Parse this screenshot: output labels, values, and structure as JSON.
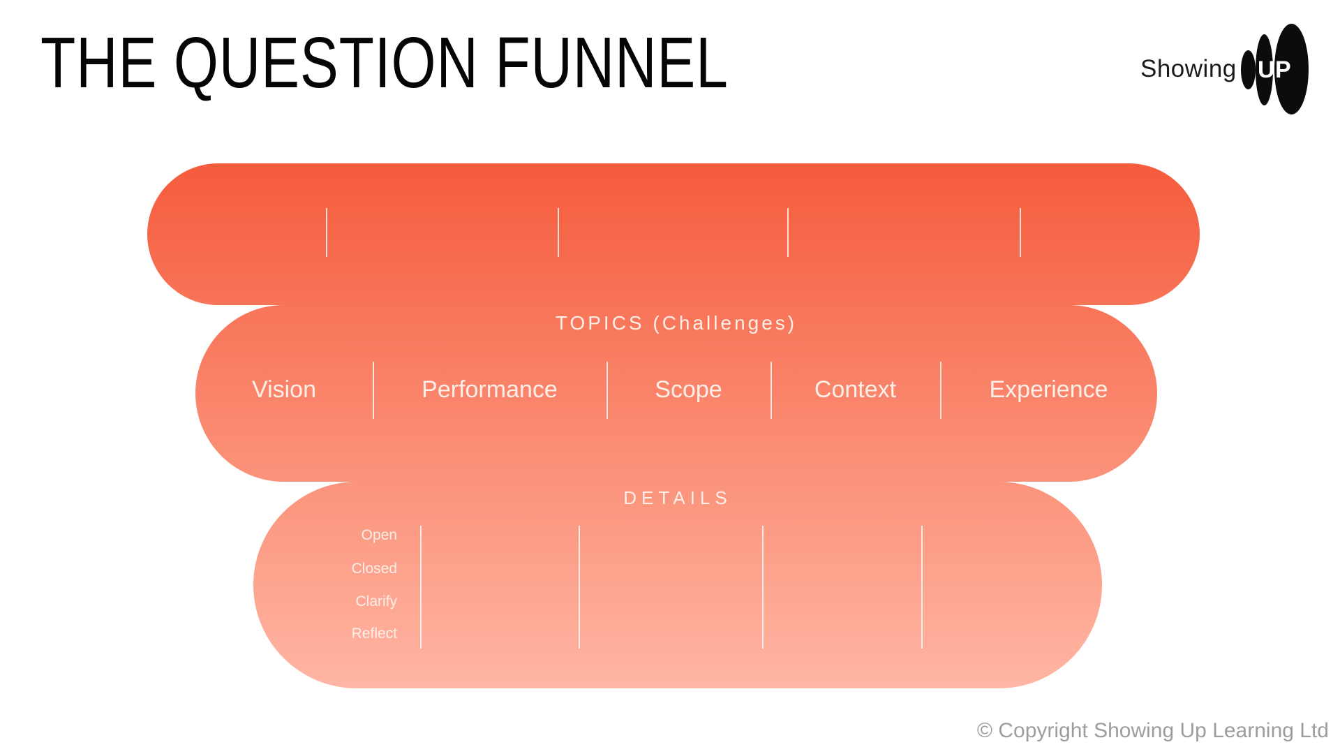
{
  "slide": {
    "title": "THE QUESTION FUNNEL",
    "copyright": "© Copyright Showing Up Learning Ltd"
  },
  "logo": {
    "wordmark": "Showing",
    "badge": "UP"
  },
  "funnel": {
    "topics_heading": "TOPICS (Challenges)",
    "topics_columns": [
      "Vision",
      "Performance",
      "Scope",
      "Context",
      "Experience"
    ],
    "details_heading": "DETAILS",
    "details_labels": [
      "Open",
      "Closed",
      "Clarify",
      "Reflect"
    ]
  },
  "colors": {
    "funnel_gradient_top": "#F55B3C",
    "funnel_gradient_bottom": "#FFB6A4",
    "text_on_funnel": "#FCEFE8",
    "divider_white": "rgba(255,255,255,0.78)",
    "title_black": "#050505",
    "logo_black": "#0C0C0C",
    "copyright_gray": "#9D9D9D"
  }
}
